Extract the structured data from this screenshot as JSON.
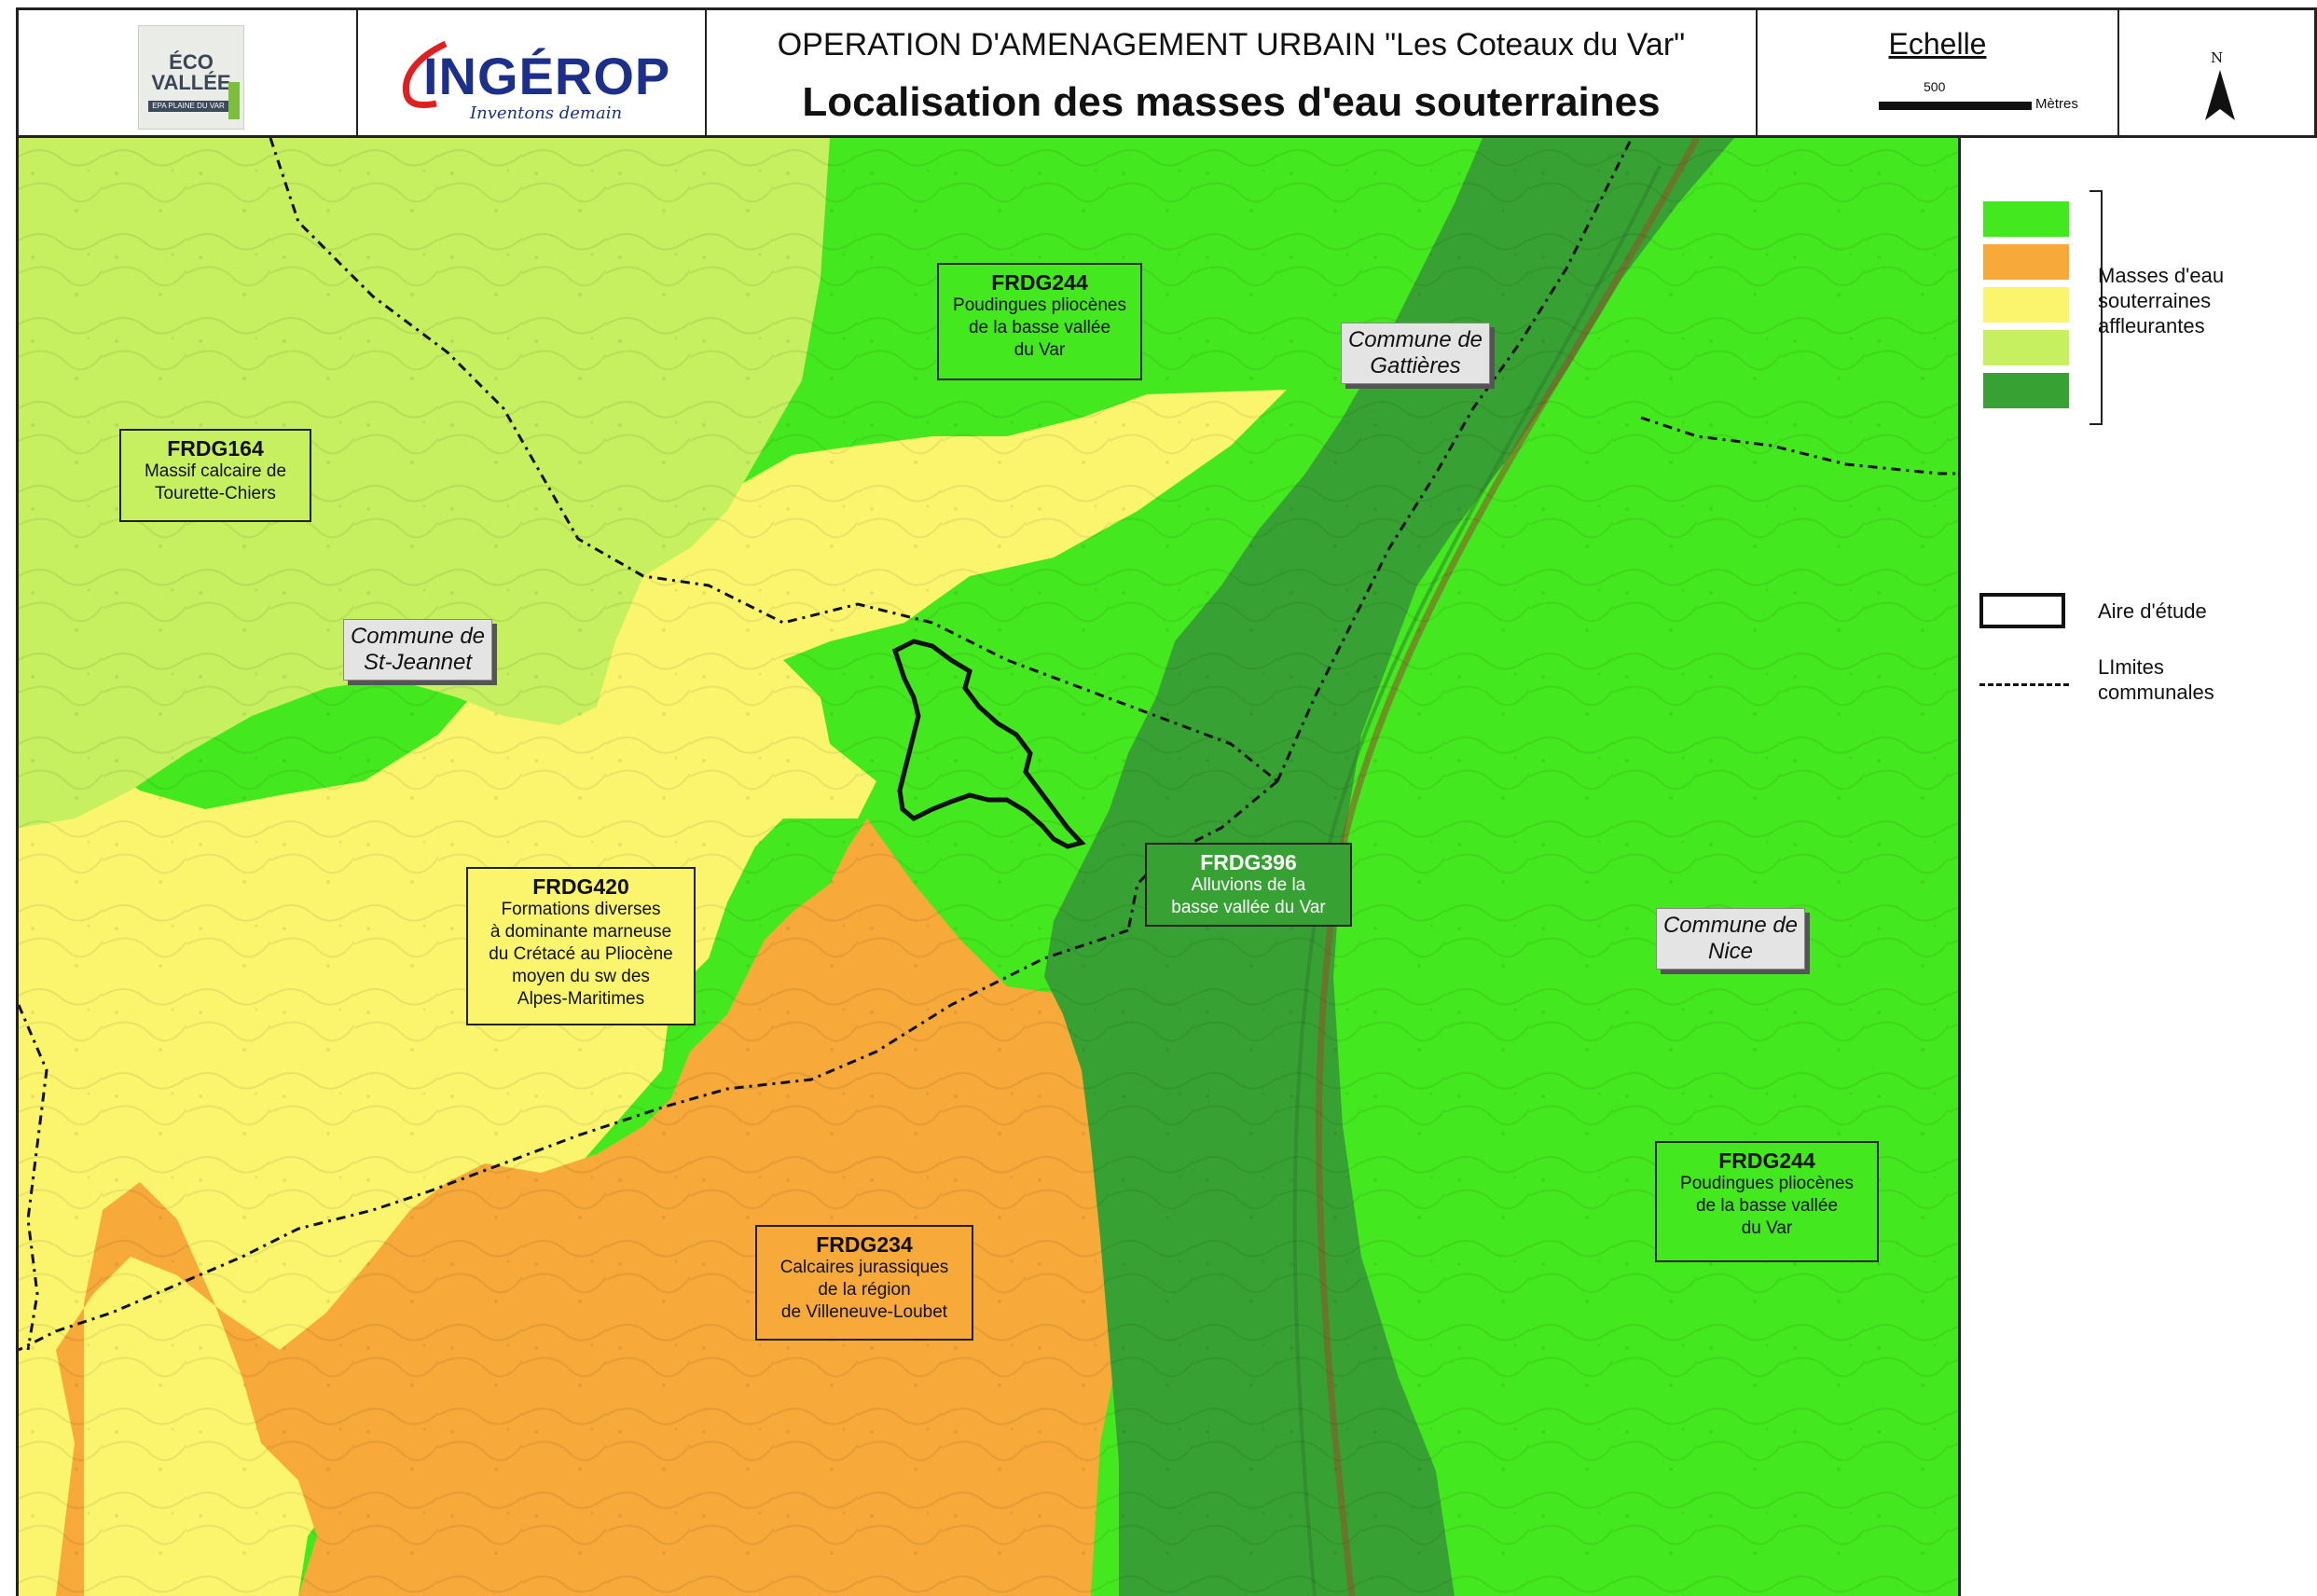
{
  "header": {
    "eco_logo": "ÉCO VALLÉE",
    "eco_sub": "EPA PLAINE DU VAR",
    "ingerop_name": "INGÉROP",
    "ingerop_tagline": "Inventons demain",
    "title_main": "OPERATION D'AMENAGEMENT URBAIN \"Les Coteaux du Var\"",
    "title_sub": "Localisation des masses d'eau souterraines",
    "scale_title": "Echelle",
    "scale_value": "500",
    "scale_unit": "Mètres",
    "north_letter": "N"
  },
  "colors": {
    "frdg244": "#44e81e",
    "frdg234": "#f7a93a",
    "frdg420": "#fbf56e",
    "frdg164": "#c7f060",
    "frdg396": "#37a233"
  },
  "map": {
    "labels": [
      {
        "code": "FRDG244",
        "lines": [
          "Poudingues pliocènes",
          "de la basse vallée",
          "du Var"
        ],
        "color": "green"
      },
      {
        "code": "FRDG164",
        "lines": [
          "Massif calcaire de",
          "Tourette-Chiers"
        ],
        "color": "lime"
      },
      {
        "code": "FRDG420",
        "lines": [
          "Formations diverses",
          "à dominante marneuse",
          "du Crétacé au Pliocène",
          "moyen du sw des",
          "Alpes-Maritimes"
        ],
        "color": "yellow"
      },
      {
        "code": "FRDG396",
        "lines": [
          "Alluvions de la",
          "basse vallée du Var"
        ],
        "color": "dark"
      },
      {
        "code": "FRDG234",
        "lines": [
          "Calcaires jurassiques",
          "de la région",
          "de Villeneuve-Loubet"
        ],
        "color": "orange"
      },
      {
        "code": "FRDG244",
        "lines": [
          "Poudingues pliocènes",
          "de la basse vallée",
          "du Var"
        ],
        "color": "green"
      }
    ],
    "communes": [
      {
        "line1": "Commune de",
        "line2": "Gattières"
      },
      {
        "line1": "Commune de",
        "line2": "St-Jeannet"
      },
      {
        "line1": "Commune de",
        "line2": "Nice"
      }
    ]
  },
  "legend": {
    "group_label": [
      "Masses d'eau",
      "souterraines",
      "affleurantes"
    ],
    "aire": "Aire d'étude",
    "limites": [
      "LImites",
      "communales"
    ]
  }
}
